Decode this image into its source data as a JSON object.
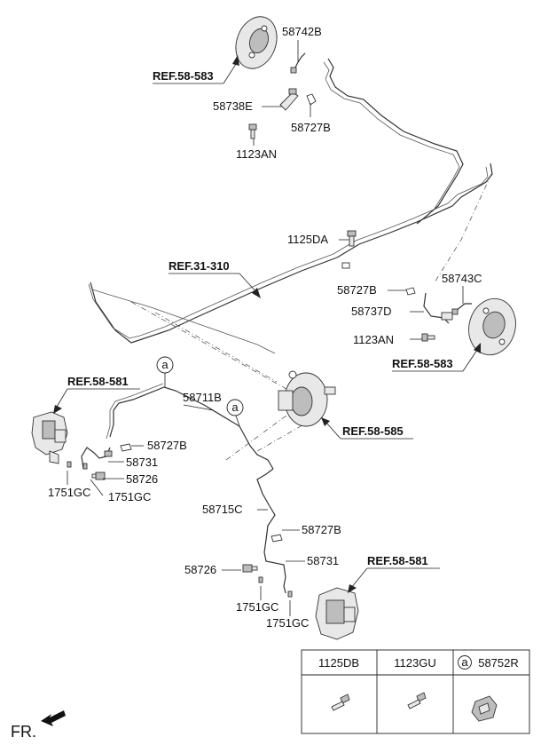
{
  "labels": {
    "p58742B": "58742B",
    "p58738E": "58738E",
    "p58727B_top": "58727B",
    "p1123AN_top": "1123AN",
    "p1125DA": "1125DA",
    "p58727B_mid": "58727B",
    "p58743C": "58743C",
    "p58737D": "58737D",
    "p1123AN_mid": "1123AN",
    "p58711B": "58711B",
    "p58727B_left": "58727B",
    "p58731_left": "58731",
    "p58726_left": "58726",
    "p1751GC_a": "1751GC",
    "p1751GC_b": "1751GC",
    "p58715C": "58715C",
    "p58727B_low": "58727B",
    "p58731_low": "58731",
    "p58726_low": "58726",
    "p1751GC_c": "1751GC",
    "p1751GC_d": "1751GC"
  },
  "refs": {
    "ref_58583_top": "REF.58-583",
    "ref_31310": "REF.31-310",
    "ref_58583_right": "REF.58-583",
    "ref_58581_left": "REF.58-581",
    "ref_58585": "REF.58-585",
    "ref_58581_low": "REF.58-581"
  },
  "callouts": {
    "a1": "a",
    "a2": "a"
  },
  "parts_table": {
    "col1": "1125DB",
    "col2": "1123GU",
    "col3_marker": "a",
    "col3": "58752R"
  },
  "front_indicator": "FR."
}
